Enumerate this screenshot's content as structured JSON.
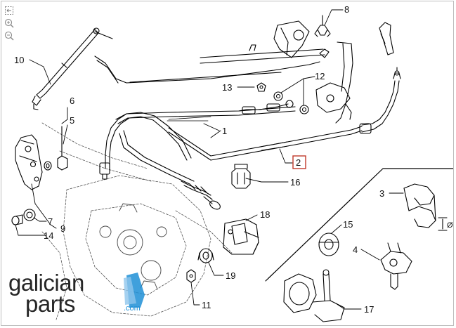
{
  "viewer": {
    "tools": [
      {
        "name": "fit-screen-icon"
      },
      {
        "name": "zoom-in-icon"
      },
      {
        "name": "zoom-out-icon"
      }
    ]
  },
  "diagram": {
    "callouts": {
      "c1": "1",
      "c2": "2",
      "c3": "3",
      "c4": "4",
      "c5": "5",
      "c6": "6",
      "c7": "7",
      "c8": "8",
      "c9": "9",
      "c10": "10",
      "c11": "11",
      "c12": "12",
      "c13": "13",
      "c14": "14",
      "c15": "15",
      "c16": "16",
      "c17": "17",
      "c18": "18",
      "c19": "19",
      "diameter": "Ø"
    },
    "highlighted_callout": "2",
    "highlight_color": "#c0392b"
  },
  "brand": {
    "line1": "galician",
    "line2": "parts",
    "suffix": ".com",
    "accent_color": "#1f8fd6"
  }
}
